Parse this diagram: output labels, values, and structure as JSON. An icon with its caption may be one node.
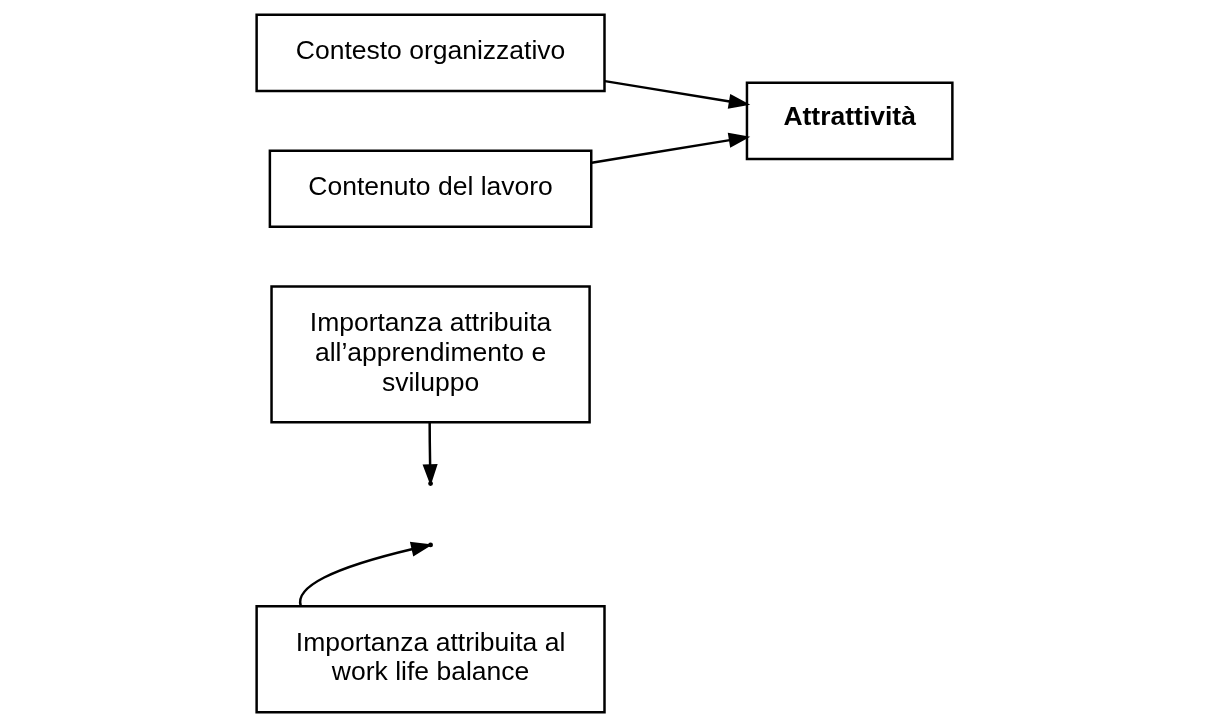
{
  "diagram": {
    "nodes": [
      {
        "text": [
          "Importanza attribuita al work life balance"
        ]
      },
      {
        "text": [
          "Contesto organizzativo"
        ]
      },
      {
        "text": [
          "Contenuto del lavoro"
        ]
      },
      {
        "text": [
          "Attrattività"
        ]
      },
      {
        "text": [
          "Importanza attribuita all’apprendimento e sviluppo"
        ]
      }
    ],
    "edges": [
      {
        "from": 1,
        "to": 3,
        "arrow": "to"
      },
      {
        "from": 2,
        "to": 3,
        "arrow": "to"
      },
      {
        "from": 0,
        "to": null,
        "arrow": "to"
      },
      {
        "from": 4,
        "to": null,
        "arrow": "to"
      }
    ]
  }
}
